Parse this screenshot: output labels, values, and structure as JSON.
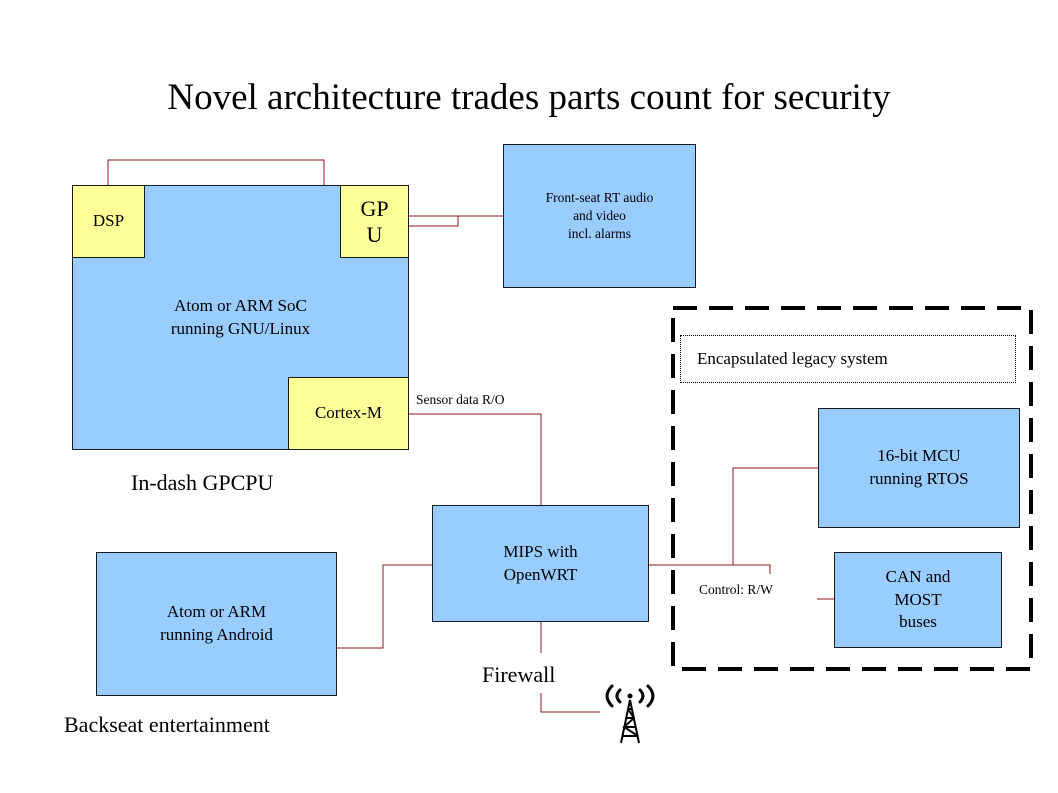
{
  "title": "Novel architecture trades parts count for security",
  "boxes": {
    "soc": [
      "Atom or ARM SoC",
      "running GNU/Linux"
    ],
    "dsp": "DSP",
    "gpu": [
      "GP",
      "U"
    ],
    "cortex": "Cortex-M",
    "frontseat": [
      "Front-seat RT audio",
      "and video",
      "incl. alarms"
    ],
    "mips": [
      "MIPS with",
      "OpenWRT"
    ],
    "android": [
      "Atom or ARM",
      "running Android"
    ],
    "mcu": [
      "16-bit MCU",
      "running RTOS"
    ],
    "can": [
      "CAN and",
      "MOST",
      "buses"
    ]
  },
  "labels": {
    "indash": "In-dash GPCPU",
    "backseat": "Backseat entertainment",
    "firewall": "Firewall",
    "sensor": "Sensor data R/O",
    "control": "Control: R/W",
    "legacy": "Encapsulated legacy system"
  },
  "icons": {
    "antenna": "radio-antenna-icon"
  },
  "colors": {
    "box_fill": "#99ccff",
    "chip_fill": "#ffff99",
    "connector": "#8b1a1a"
  }
}
